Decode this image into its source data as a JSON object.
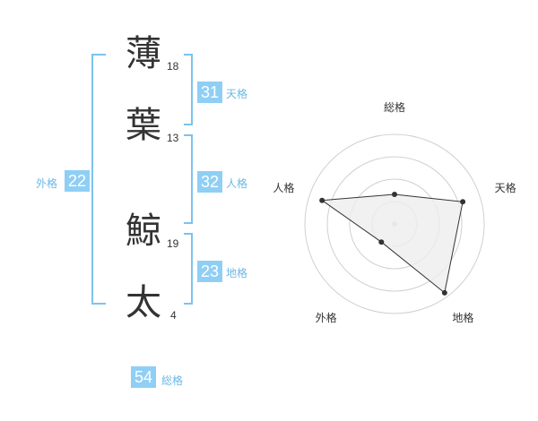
{
  "name_chars": [
    {
      "char": "薄",
      "strokes": "18"
    },
    {
      "char": "葉",
      "strokes": "13"
    },
    {
      "char": "鯨",
      "strokes": "19"
    },
    {
      "char": "太",
      "strokes": "4"
    }
  ],
  "fortune": {
    "tenkaku": {
      "label": "天格",
      "value": "31"
    },
    "jinkaku": {
      "label": "人格",
      "value": "32"
    },
    "chikaku": {
      "label": "地格",
      "value": "23"
    },
    "gaikaku": {
      "label": "外格",
      "value": "22"
    },
    "soukaku": {
      "label": "総格",
      "value": "54"
    }
  },
  "colors": {
    "badge": "#8fcff5",
    "bracket": "#7cc3ee",
    "label": "#6cb8e6",
    "radar_fill": "#eeeeee"
  },
  "chart_data": {
    "type": "radar",
    "axes": [
      "総格",
      "天格",
      "地格",
      "外格",
      "人格"
    ],
    "levels": 4,
    "values": [
      0.33,
      0.8,
      0.95,
      0.25,
      0.85
    ]
  }
}
